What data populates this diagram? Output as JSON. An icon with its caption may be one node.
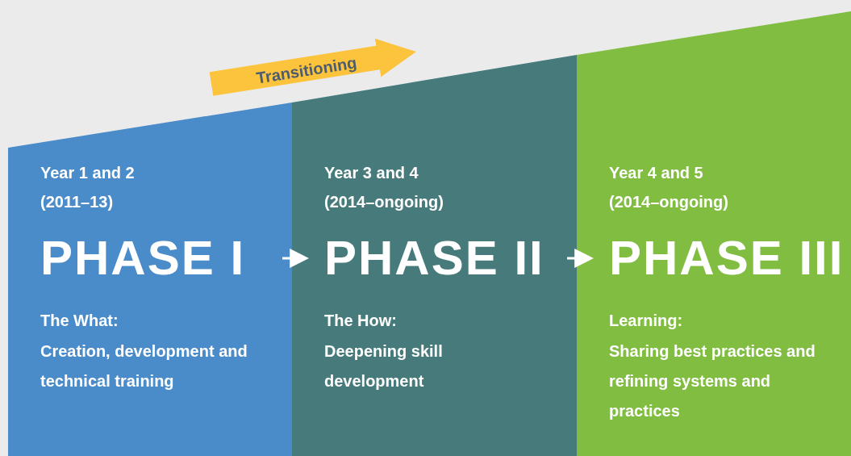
{
  "diagram": {
    "nodes": [
      {
        "text": [
          "Year 1 and 2 (2011–13)",
          "PHASE I",
          "The What:",
          "Creation, development and technical training"
        ]
      },
      {
        "text": [
          "Year 3 and 4 (2014–ongoing)",
          "PHASE II",
          "The How:",
          "Deepening skill development"
        ]
      },
      {
        "text": [
          "Year 4 and 5 (2014–ongoing)",
          "PHASE III",
          "Learning:",
          "Sharing best practices and refining systems and practices"
        ]
      }
    ],
    "edges": [
      {
        "from": 0,
        "to": 1,
        "label": "Transitioning",
        "arrow": "to",
        "style": "thick",
        "color": "#fcc43c"
      },
      {
        "from": 0,
        "to": 1,
        "arrow": "to"
      },
      {
        "from": 1,
        "to": 2,
        "arrow": "to"
      }
    ]
  }
}
